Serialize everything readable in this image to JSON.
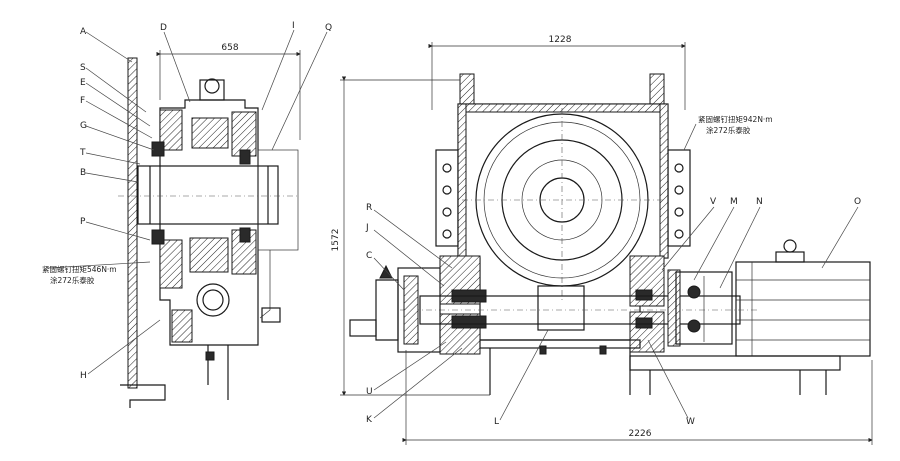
{
  "callouts": {
    "A": "A",
    "S": "S",
    "E": "E",
    "F": "F",
    "G": "G",
    "T": "T",
    "B": "B",
    "P": "P",
    "H": "H",
    "D": "D",
    "I": "I",
    "Q": "Q",
    "R": "R",
    "J": "J",
    "C": "C",
    "U": "U",
    "K": "K",
    "L": "L",
    "W": "W",
    "V": "V",
    "M": "M",
    "N": "N",
    "O": "O"
  },
  "dimensions": {
    "width_left": "658",
    "width_top": "1228",
    "height_left": "1572",
    "width_bottom": "2226"
  },
  "notes": {
    "left_line1": "紧固螺钉扭矩546N·m",
    "left_line2": "涂272乐泰胶",
    "right_line1": "紧固螺钉扭矩942N·m",
    "right_line2": "涂272乐泰胶"
  }
}
